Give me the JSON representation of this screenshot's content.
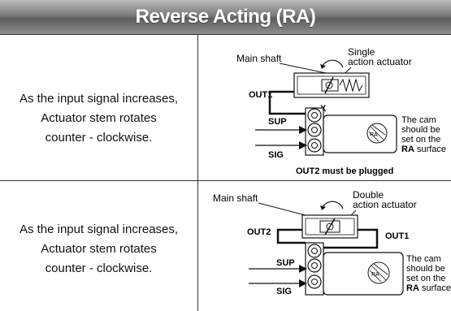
{
  "header": {
    "title": "Reverse Acting (RA)"
  },
  "rows": [
    {
      "description": [
        "As the input signal increases,",
        "Actuator stem rotates",
        "counter - clockwise."
      ],
      "diagram": {
        "main_shaft": "Main shaft",
        "actuator": [
          "Single",
          "action actuator"
        ],
        "out1": "OUT1",
        "x": "X",
        "sup": "SUP",
        "sig": "SIG",
        "cam_note": [
          "The cam",
          "should be",
          "set on the"
        ],
        "cam_surface_bold": "RA",
        "cam_surface_rest": " surface",
        "footer": "OUT2 must be plugged"
      }
    },
    {
      "description": [
        "As the input signal increases,",
        "Actuator stem rotates",
        "counter - clockwise."
      ],
      "diagram": {
        "main_shaft": "Main shaft",
        "actuator": [
          "Double",
          "action actuator"
        ],
        "out2": "OUT2",
        "out1": "OUT1",
        "sup": "SUP",
        "sig": "SIG",
        "cam_note": [
          "The cam",
          "should be",
          "set on the"
        ],
        "cam_surface_bold": "RA",
        "cam_surface_rest": " surface"
      }
    }
  ]
}
